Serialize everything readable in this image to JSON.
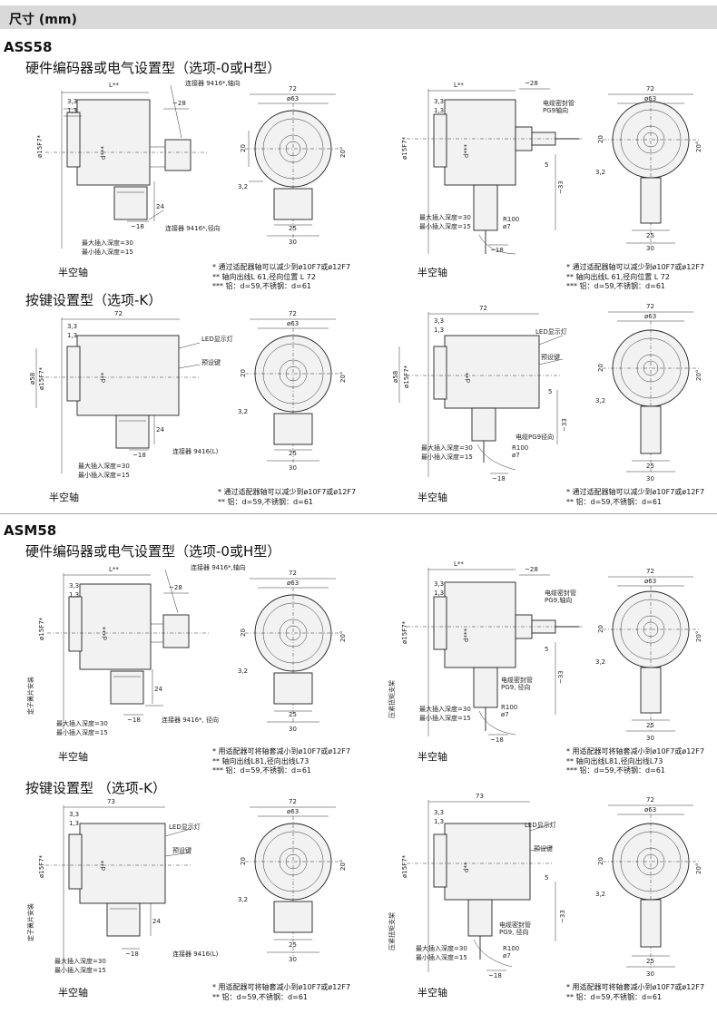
{
  "header": {
    "title": "尺寸 (mm)"
  },
  "sections": [
    {
      "model": "ASS58",
      "groups": [
        {
          "subtitle": "硬件编码器或电气设置型（选项-0或H型）",
          "left": {
            "caption": "半空轴",
            "notes": [
              "* 通过适配器轴可以减少到ø10F7或ø12F7",
              "** 轴向出线L 61,径向位置 L 72",
              "*** 铝：d=59,不锈钢：d=61"
            ],
            "labels": {
              "top_conn": "连接器 9416*,轴向",
              "bottom_conn": "连接器 9416*,径向",
              "l": "L**",
              "d": "d***",
              "depth_max": "最大插入深度=30",
              "depth_min": "最小插入深度=15",
              "bore": "ø15F7*",
              "side_label": ""
            }
          },
          "right": {
            "caption": "半空轴",
            "notes": [
              "* 通过适配器轴可以减少到ø10F7或ø12F7",
              "** 轴向出线L 61,径向位置 L 72",
              "*** 铝：d=59,不锈钢：d=61"
            ],
            "labels": {
              "gland": "电缆密封管",
              "gland2": "PG9轴向",
              "l": "L**",
              "d": "d***",
              "depth_max": "最大插入深度=30",
              "depth_min": "最小插入深度=15",
              "bore": "ø15F7*",
              "r": "R100",
              "phi7": "ø7"
            }
          }
        },
        {
          "subtitle": "按键设置型（选项-K）",
          "left": {
            "caption": "半空轴",
            "notes": [
              "* 通过适配器轴可以减少到ø10F7或ø12F7",
              "** 铝：d=59,不锈钢：d=61"
            ],
            "labels": {
              "led": "LED显示灯",
              "preset": "预设键",
              "bottom_conn": "连接器 9416(L)",
              "d": "d**",
              "depth_max": "最大插入深度=30",
              "depth_min": "最小插入深度=15",
              "bore": "ø15F7*",
              "len": "72",
              "d58": "ø58"
            }
          },
          "right": {
            "caption": "半空轴",
            "notes": [
              "* 通过适配器轴可以减少到ø10F7或ø12F7",
              "** 铝：d=59,不锈钢：d=61"
            ],
            "labels": {
              "led": "LED显示灯",
              "preset": "预设键",
              "gland": "电缆PG9径向",
              "d": "d**",
              "depth_max": "最大插入深度=30",
              "depth_min": "最小插入深度=15",
              "bore": "ø15F7*",
              "len": "72",
              "d58": "ø58",
              "r": "R100",
              "phi7": "ø7"
            }
          }
        }
      ]
    },
    {
      "model": "ASM58",
      "groups": [
        {
          "subtitle": "硬件编码器或电气设置型（选项-0或H型）",
          "left": {
            "caption": "半空轴",
            "notes": [
              "* 用适配器可将轴套减小到ø10F7或ø12F7",
              "** 轴向出线L81,径向出线L73",
              "*** 铝：d=59,不锈钢：d=61"
            ],
            "labels": {
              "top_conn": "连接器 9416*,轴向",
              "bottom_conn": "连接器 9416*, 径向",
              "l": "L**",
              "d": "d***",
              "depth_max": "最大插入深度=30",
              "depth_min": "最小插入深度=15",
              "bore": "ø15F7*",
              "side_label": "定子簧片安装"
            }
          },
          "right": {
            "caption": "半空轴",
            "notes": [
              "* 用适配器可将轴套减小到ø10F7或ø12F7",
              "** 轴向出线L81,径向出线L73",
              "*** 铝：d=59,不锈钢：d=61"
            ],
            "labels": {
              "gland": "电缆密封管",
              "gland2": "PG9,轴向",
              "gland_r": "电缆密封管",
              "gland_r2": "PG9, 径向",
              "l": "L**",
              "d": "d***",
              "depth_max": "最大插入深度=30",
              "depth_min": "最小插入深度=15",
              "bore": "ø15F7*",
              "r": "R100",
              "phi7": "ø7",
              "side_label": "压紧扭矩支架"
            }
          }
        },
        {
          "subtitle": "按键设置型 （选项-K）",
          "left": {
            "caption": "半空轴",
            "notes": [
              "* 用适配器可将轴套减小到ø10F7或ø12F7",
              "** 铝：d=59,不锈钢：d=61"
            ],
            "labels": {
              "led": "LED显示灯",
              "preset": "预设键",
              "bottom_conn": "连接器 9416(L)",
              "d": "d**",
              "depth_max": "最大插入深度=30",
              "depth_min": "最小插入深度=15",
              "bore": "ø15F7*",
              "len": "73",
              "side_label": "定子簧片安装"
            }
          },
          "right": {
            "caption": "半空轴",
            "notes": [
              "* 用适配器可将轴套减小到ø10F7或ø12F7",
              "** 铝：d=59,不锈钢：d=61"
            ],
            "labels": {
              "led": "LED显示灯",
              "preset": "预设键",
              "gland": "电缆密封管",
              "gland2": "PG9, 径向",
              "d": "d**",
              "depth_max": "最大插入深度=30",
              "depth_min": "最小插入深度=15",
              "bore": "ø15F7*",
              "len": "73",
              "r": "R100",
              "phi7": "ø7",
              "side_label": "压紧扭矩支架"
            }
          }
        }
      ]
    }
  ],
  "dims": {
    "d3_3": "3,3",
    "d1_3": "1,3",
    "d28": "~28",
    "d24": "24",
    "d18": "~18",
    "front_72": "72",
    "front_63": "ø63",
    "front_20": "20",
    "front_3_2": "3,2",
    "front_25": "25",
    "front_30": "30",
    "angle": "20°",
    "d5": "5",
    "d33": "~33"
  }
}
